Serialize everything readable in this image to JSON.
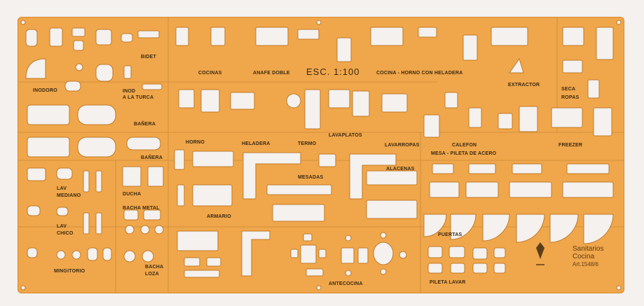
{
  "stencil": {
    "scale": "ESC. 1:100",
    "labels": {
      "inodoro": "INODORO",
      "bidet": "BIDET",
      "inod_turca_1": "INOD",
      "inod_turca_2": "A LA TURCA",
      "cocinas": "COCINAS",
      "anafe_doble": "ANAFE DOBLE",
      "cocina_horno": "COCINA - HORNO CON HELADERA",
      "extractor": "EXTRACTOR",
      "seca_ropas_1": "SECA",
      "seca_ropas_2": "ROPAS",
      "banera_1": "BAÑERA",
      "horno": "HORNO",
      "heladera": "HELADERA",
      "termo": "TERMO",
      "lavaplatos": "LAVAPLATOS",
      "lavarropas": "LAVARROPAS",
      "caleton": "CALEFON",
      "freezer": "FREEZER",
      "banera_2": "BAÑERA",
      "mesa_pileta": "MESA - PILETA DE ACERO",
      "alacenas": "ALACENAS",
      "mesadas": "MESADAS",
      "lav_mediano_1": "LAV",
      "lav_mediano_2": "MEDIANO",
      "ducha": "DUCHA",
      "bacha_metal": "BACHA METAL",
      "lav_chico_1": "LAV",
      "lav_chico_2": "CHICO",
      "armario": "ARMARIO",
      "puertas": "PUERTAS",
      "mingitorio": "MINGITORIO",
      "bacha_loza_1": "BACHA",
      "bacha_loza_2": "LOZA",
      "antecocina": "ANTECOCINA",
      "pileta_lavar": "PILETA LAVAR"
    },
    "brand": {
      "line1": "Sanitarios",
      "line2": "Cocina",
      "code": "Art.1548/6"
    },
    "colors": {
      "plastic": "#f0a64a",
      "cutout": "#f4f1ef",
      "ink": "#3a2a12"
    }
  }
}
